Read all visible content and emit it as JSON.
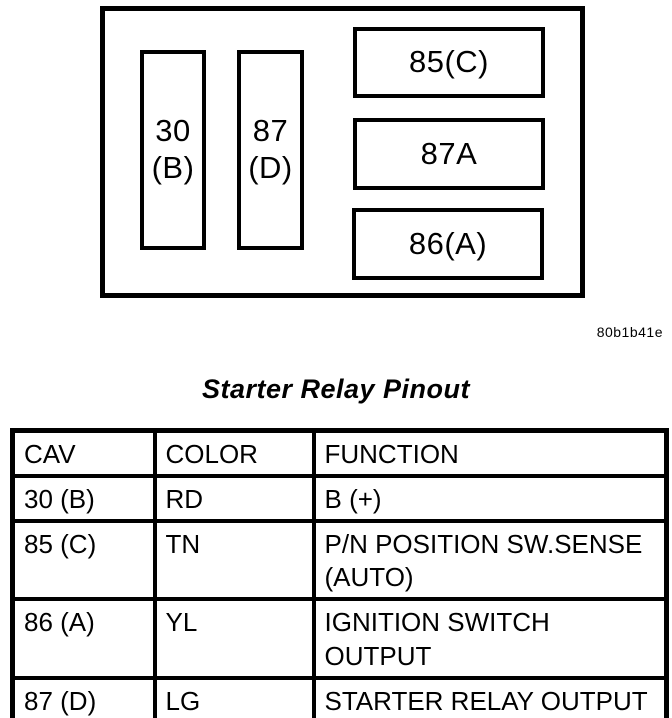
{
  "diagram": {
    "pins": [
      {
        "id": "30-b",
        "label": "30\n(B)"
      },
      {
        "id": "87-d",
        "label": "87\n(D)"
      },
      {
        "id": "85-c",
        "label": "85(C)"
      },
      {
        "id": "87a",
        "label": "87A"
      },
      {
        "id": "86-a",
        "label": "86(A)"
      }
    ],
    "figure_code": "80b1b41e"
  },
  "title": "Starter Relay Pinout",
  "table": {
    "headers": [
      "CAV",
      "COLOR",
      "FUNCTION"
    ],
    "rows": [
      {
        "cav": "30 (B)",
        "color": "RD",
        "function": "B (+)"
      },
      {
        "cav": "85 (C)",
        "color": "TN",
        "function": "P/N POSITION SW.SENSE\n(AUTO)"
      },
      {
        "cav": "86 (A)",
        "color": "YL",
        "function": "IGNITION SWITCH\nOUTPUT"
      },
      {
        "cav": "87 (D)",
        "color": "LG",
        "function": "STARTER RELAY OUTPUT"
      }
    ]
  },
  "colors": {
    "ink": "#000000",
    "paper": "#ffffff"
  }
}
